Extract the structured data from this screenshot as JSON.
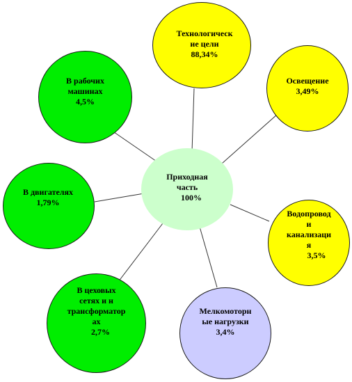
{
  "diagram": {
    "center": {
      "lines": [
        "Приходная",
        "часть",
        "100%"
      ],
      "fill": "#ccffcc"
    },
    "nodes": [
      {
        "id": "tech",
        "lines": [
          "Технологическ",
          "ие цели",
          "88,34%"
        ],
        "fill": "#ffff00"
      },
      {
        "id": "light",
        "lines": [
          "Освещение",
          "3,49%"
        ],
        "fill": "#ffff00"
      },
      {
        "id": "water",
        "lines": [
          "Водопровод",
          "и",
          "канализаци",
          "я",
          "3,5%"
        ],
        "fill": "#ffff00"
      },
      {
        "id": "small",
        "lines": [
          "Мелкомоторн",
          "ые нагрузки",
          "3,4%"
        ],
        "fill": "#ccccff"
      },
      {
        "id": "shop",
        "lines": [
          "В цеховых",
          "сетях и н",
          "трансформатор",
          "ах",
          "2,7%"
        ],
        "fill": "#00ee00"
      },
      {
        "id": "motor",
        "lines": [
          "В двигателях",
          "1,79%"
        ],
        "fill": "#00ee00"
      },
      {
        "id": "work",
        "lines": [
          "В рабочих",
          "машинах",
          "4,5%"
        ],
        "fill": "#00ee00"
      }
    ],
    "line_color": "#333333"
  }
}
